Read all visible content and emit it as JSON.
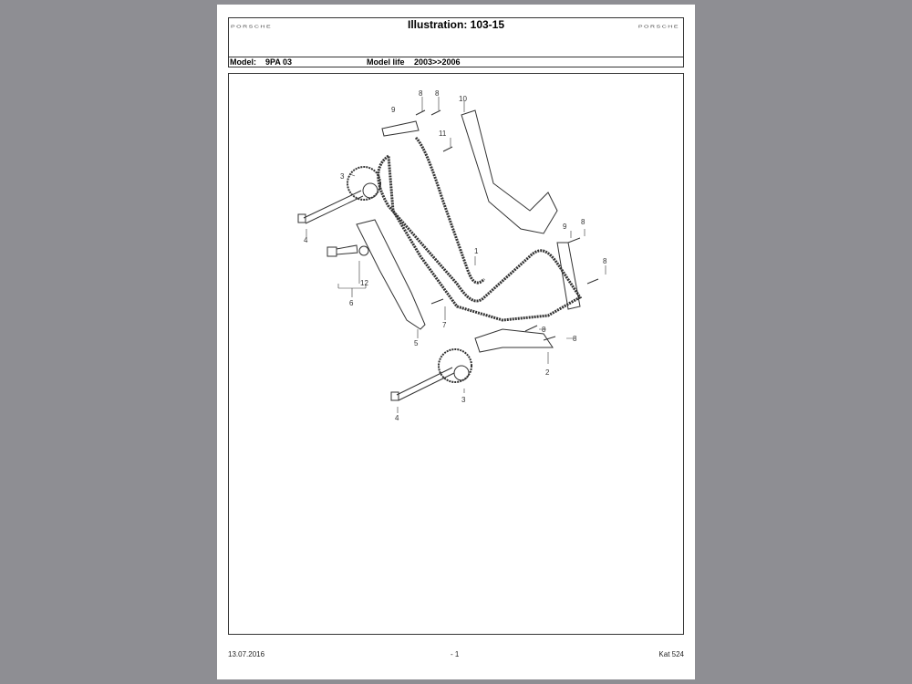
{
  "header": {
    "logo_left": "PORSCHE",
    "logo_right": "PORSCHE",
    "title": "Illustration: 103-15"
  },
  "model_row": {
    "model_label": "Model:",
    "model_value": "9PA 03",
    "life_label": "Model life",
    "life_value": "2003>>2006"
  },
  "callouts": [
    "1",
    "2",
    "3",
    "3",
    "4",
    "4",
    "5",
    "6",
    "7",
    "8",
    "8",
    "8",
    "8",
    "8",
    "8",
    "9",
    "9",
    "10",
    "11",
    "12"
  ],
  "footer": {
    "date": "13.07.2016",
    "page": "- 1",
    "catalog": "Kat 524"
  }
}
